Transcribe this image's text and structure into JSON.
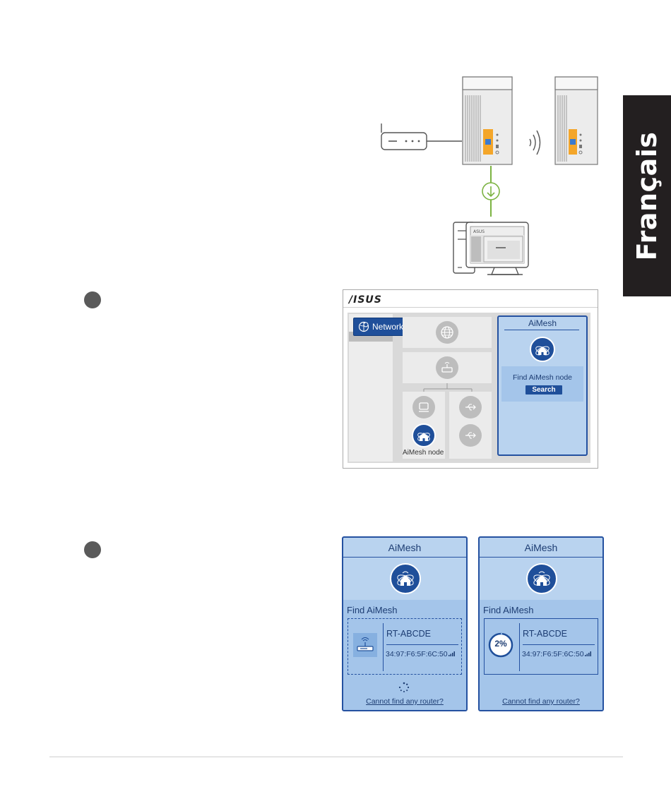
{
  "side_tab": {
    "language": "Français"
  },
  "router_ui": {
    "logo": "/ISUS",
    "network_map_label": "Network Map",
    "node_label": "AiMesh node",
    "aimesh_panel": {
      "title": "AiMesh",
      "find_text": "Find AiMesh node",
      "search_label": "Search"
    }
  },
  "find_panels": [
    {
      "title": "AiMesh",
      "find_label": "Find AiMesh",
      "device_name": "RT-ABCDE",
      "mac": "34:97:F6:5F:6C:50",
      "link": "Cannot find any router?"
    },
    {
      "title": "AiMesh",
      "find_label": "Find AiMesh",
      "device_name": "RT-ABCDE",
      "mac": "34:97:F6:5F:6C:50",
      "progress_text": "2%",
      "progress_value": 2,
      "link": "Cannot find any router?"
    }
  ],
  "colors": {
    "accent_blue": "#1f4f9a",
    "panel_blue": "#b9d3ef",
    "green_line": "#7cb342",
    "dark_tab": "#231f20"
  }
}
